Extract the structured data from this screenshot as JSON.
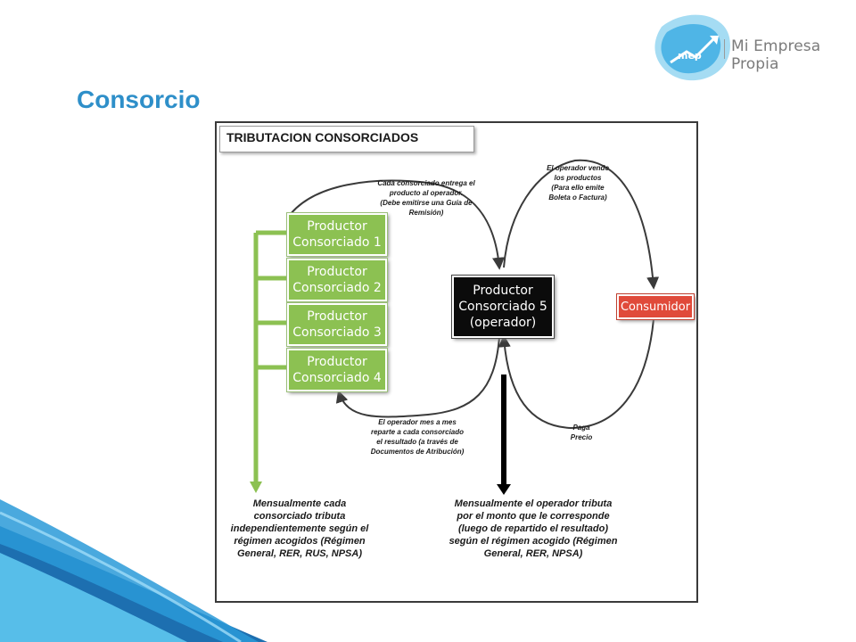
{
  "slide": {
    "title": "Consorcio"
  },
  "logo": {
    "mark": "mep",
    "text": "Mi Empresa Propia"
  },
  "diagram": {
    "header": "TRIBUTACION CONSORCIADOS",
    "producers": [
      {
        "line1": "Productor",
        "line2": "Consorciado 1"
      },
      {
        "line1": "Productor",
        "line2": "Consorciado 2"
      },
      {
        "line1": "Productor",
        "line2": "Consorciado 3"
      },
      {
        "line1": "Productor",
        "line2": "Consorciado 4"
      }
    ],
    "operator": {
      "line1": "Productor",
      "line2": "Consorciado 5",
      "line3": "(operador)"
    },
    "consumer": "Consumidor",
    "notes": {
      "delivery": [
        "Cada consorciado entrega el",
        "producto al operador.",
        "(Debe emitirse una Guía de",
        "Remisión)"
      ],
      "sells": [
        "El operador vende",
        "los productos",
        "(Para ello emite",
        "Boleta o Factura)"
      ],
      "distributes": [
        "El operador mes a mes",
        "reparte a cada consorciado",
        "el resultado (a través de",
        "Documentos de Atribución)"
      ],
      "pays": [
        "Paga",
        "Precio"
      ],
      "left_tax": [
        "Mensualmente cada",
        "consorciado tributa",
        "independientemente según el",
        "régimen acogidos (Régimen",
        "General, RER, RUS, NPSA)"
      ],
      "right_tax": [
        "Mensualmente el operador tributa",
        "por el monto que le corresponde",
        "(luego de repartido el resultado)",
        "según el régimen acogido (Régimen",
        "General, RER, NPSA)"
      ]
    }
  },
  "colors": {
    "title": "#2e8fc9",
    "green": "#8cc152",
    "consumer": "#e04a3a",
    "operator": "#0b0b0b",
    "wave_dark": "#1d6fb0",
    "wave_light": "#5ec7f0"
  }
}
